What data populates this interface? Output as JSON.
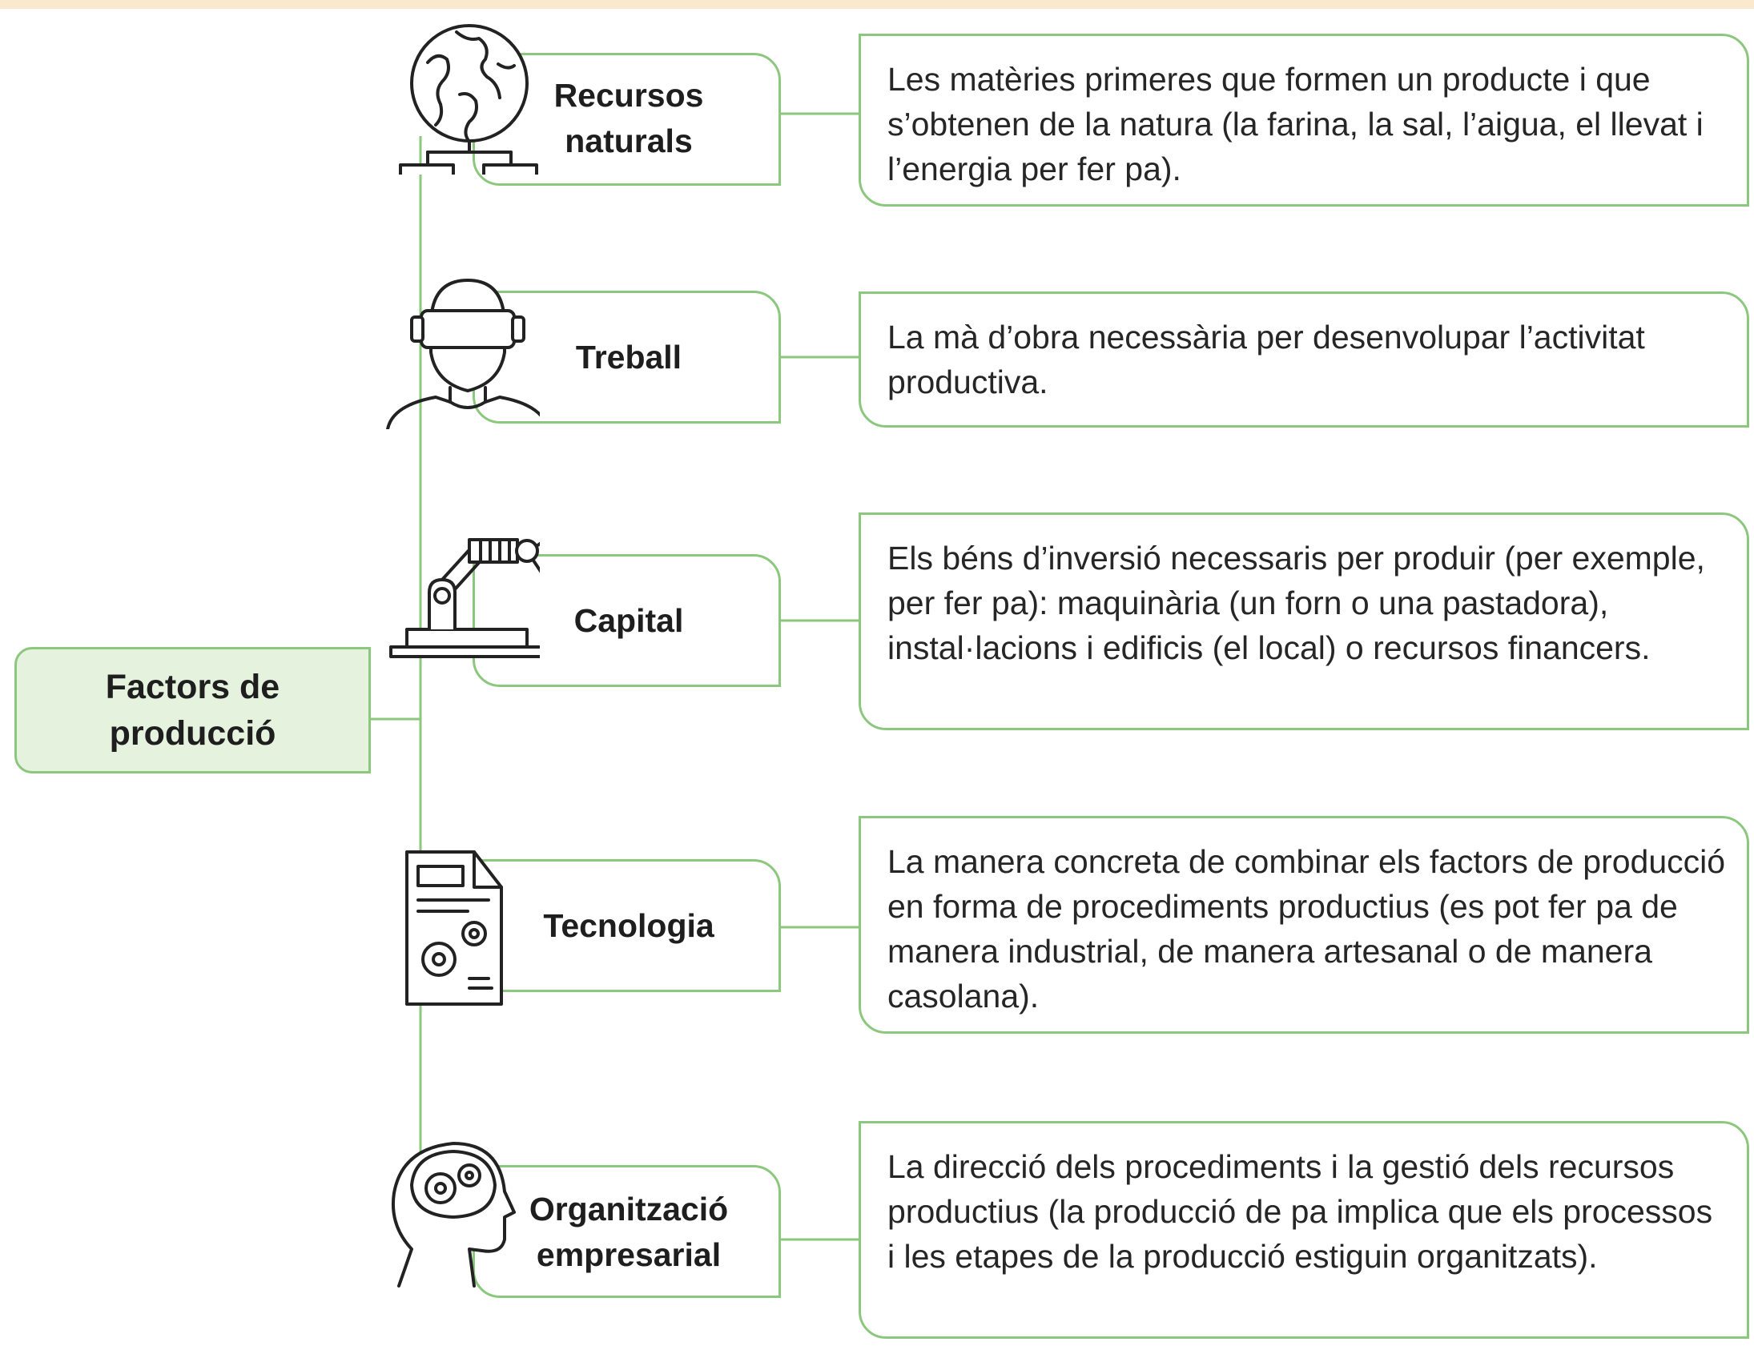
{
  "root": {
    "label": "Factors de producció"
  },
  "factors": [
    {
      "label": "Recursos naturals",
      "icon": "globe-network-icon",
      "description": "Les matèries primeres que formen un producte i que s’obtenen de la natura (la farina, la sal, l’aigua, el llevat i l’energia per fer pa)."
    },
    {
      "label": "Treball",
      "icon": "worker-goggles-icon",
      "description": "La mà d’obra necessària per desenvolupar l’activitat productiva."
    },
    {
      "label": "Capital",
      "icon": "robotic-arm-icon",
      "description": "Els béns d’inversió necessaris per produir (per exemple, per fer pa): maquinària (un forn o una pastadora), instal·lacions i edificis (el local) o recursos financers."
    },
    {
      "label": "Tecnologia",
      "icon": "document-gears-icon",
      "description": "La manera concreta de combinar els factors de producció en forma de procediments productius (es pot fer pa de manera industrial, de manera artesanal o de manera casolana)."
    },
    {
      "label": "Organització empresarial",
      "icon": "head-gears-icon",
      "description": "La direcció dels procediments i la gestió dels recursos productius (la producció de pa implica que els processos i les etapes de la producció estiguin organitzats)."
    }
  ],
  "colors": {
    "line": "#8cc77e",
    "root_fill": "#e4f2de",
    "top_band": "#fbe9cf"
  }
}
